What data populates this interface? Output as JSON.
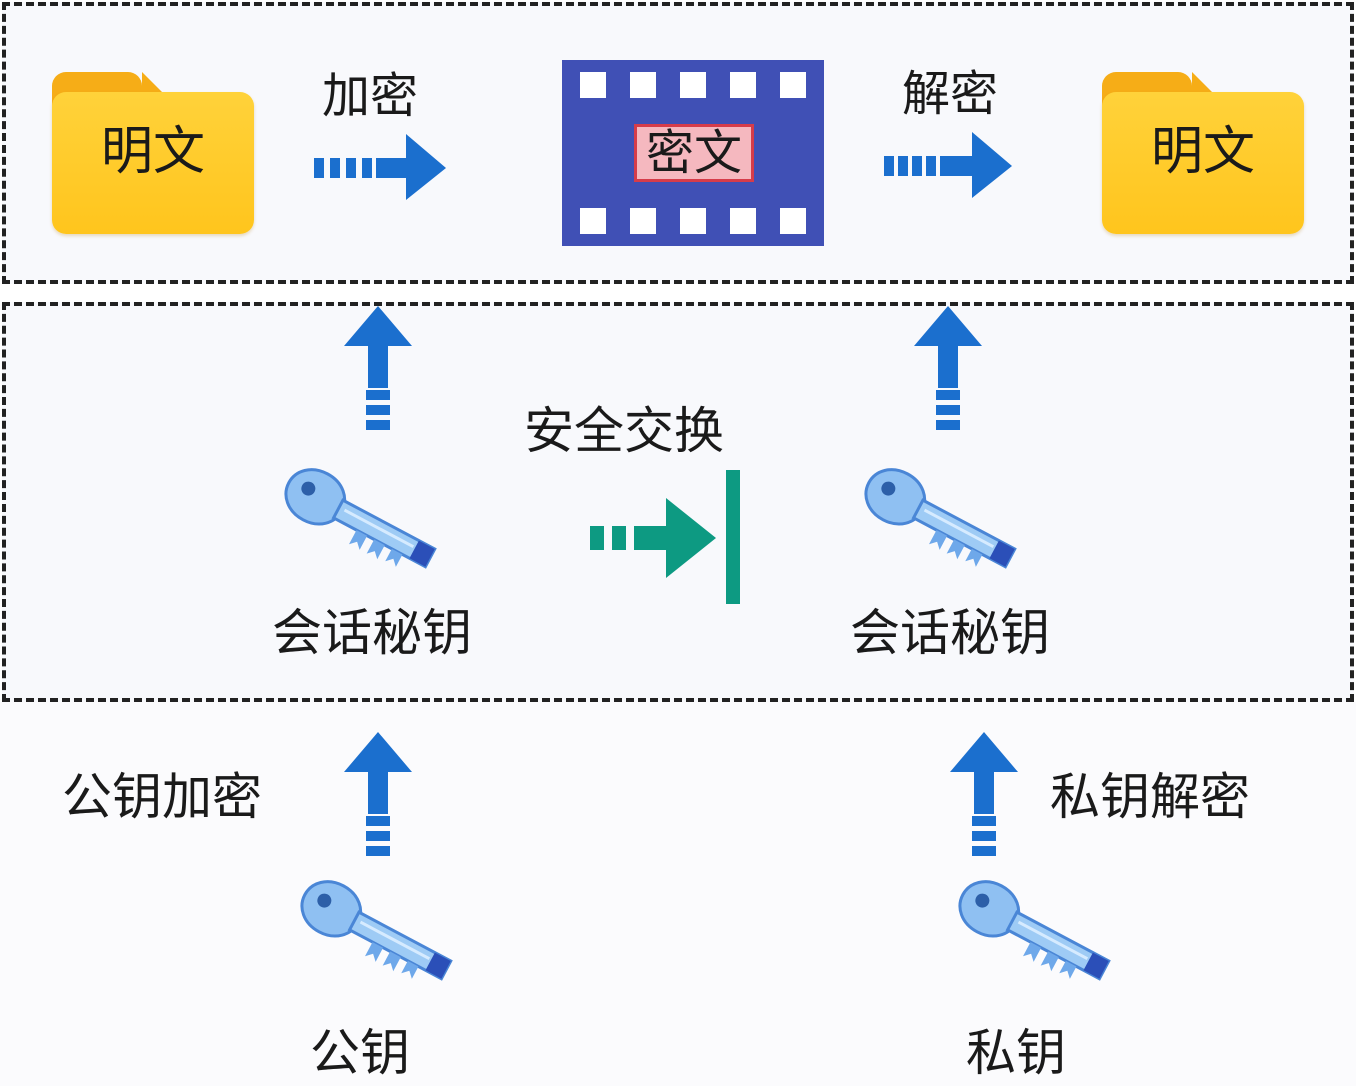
{
  "top_row": {
    "plaintext_left": "明文",
    "encrypt_label": "加密",
    "ciphertext": "密文",
    "decrypt_label": "解密",
    "plaintext_right": "明文"
  },
  "middle_row": {
    "secure_exchange_label": "安全交换",
    "session_key_left": "会话秘钥",
    "session_key_right": "会话秘钥"
  },
  "bottom_row": {
    "public_key_encrypt_label": "公钥加密",
    "private_key_decrypt_label": "私钥解密",
    "public_key": "公钥",
    "private_key": "私钥"
  },
  "colors": {
    "blue_arrow": "#1b6fce",
    "teal_arrow": "#0d9a82",
    "folder_yellow": "#ffc51d",
    "film_blue": "#4050b5",
    "cipher_pink": "#f5b8bf",
    "key_blue": "#8fc0f2"
  },
  "icons": [
    "folder-icon",
    "film-strip-icon",
    "key-icon",
    "arrow-right-icon",
    "arrow-up-icon"
  ]
}
